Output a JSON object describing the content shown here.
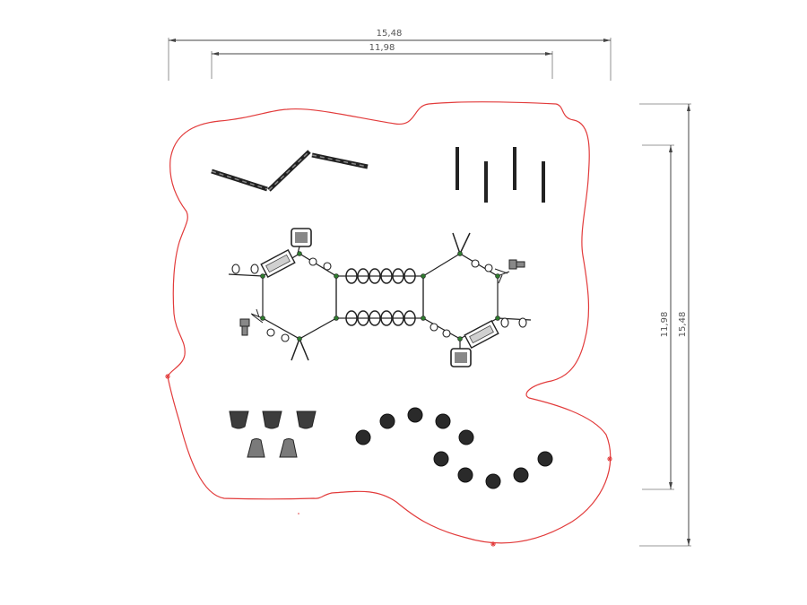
{
  "dimensions": {
    "outer_width": "15,48",
    "inner_width": "11,98",
    "outer_height": "15,48",
    "inner_height": "11,98"
  },
  "colors": {
    "boundary": "#e23b3b",
    "frame": "#222222",
    "node": "#2f7a2f",
    "stone_dark": "#3d3d3d",
    "stone_light": "#7a7a7a",
    "stepping_pad": "#2a2a2a"
  },
  "components": {
    "balance_beams": "balance-beam-icon",
    "vertical_poles": "pole-icon",
    "play_structure": "play-structure-icon",
    "climbing_stones": "climbing-stone-icon",
    "stepping_pads": "stepping-pad-icon"
  }
}
